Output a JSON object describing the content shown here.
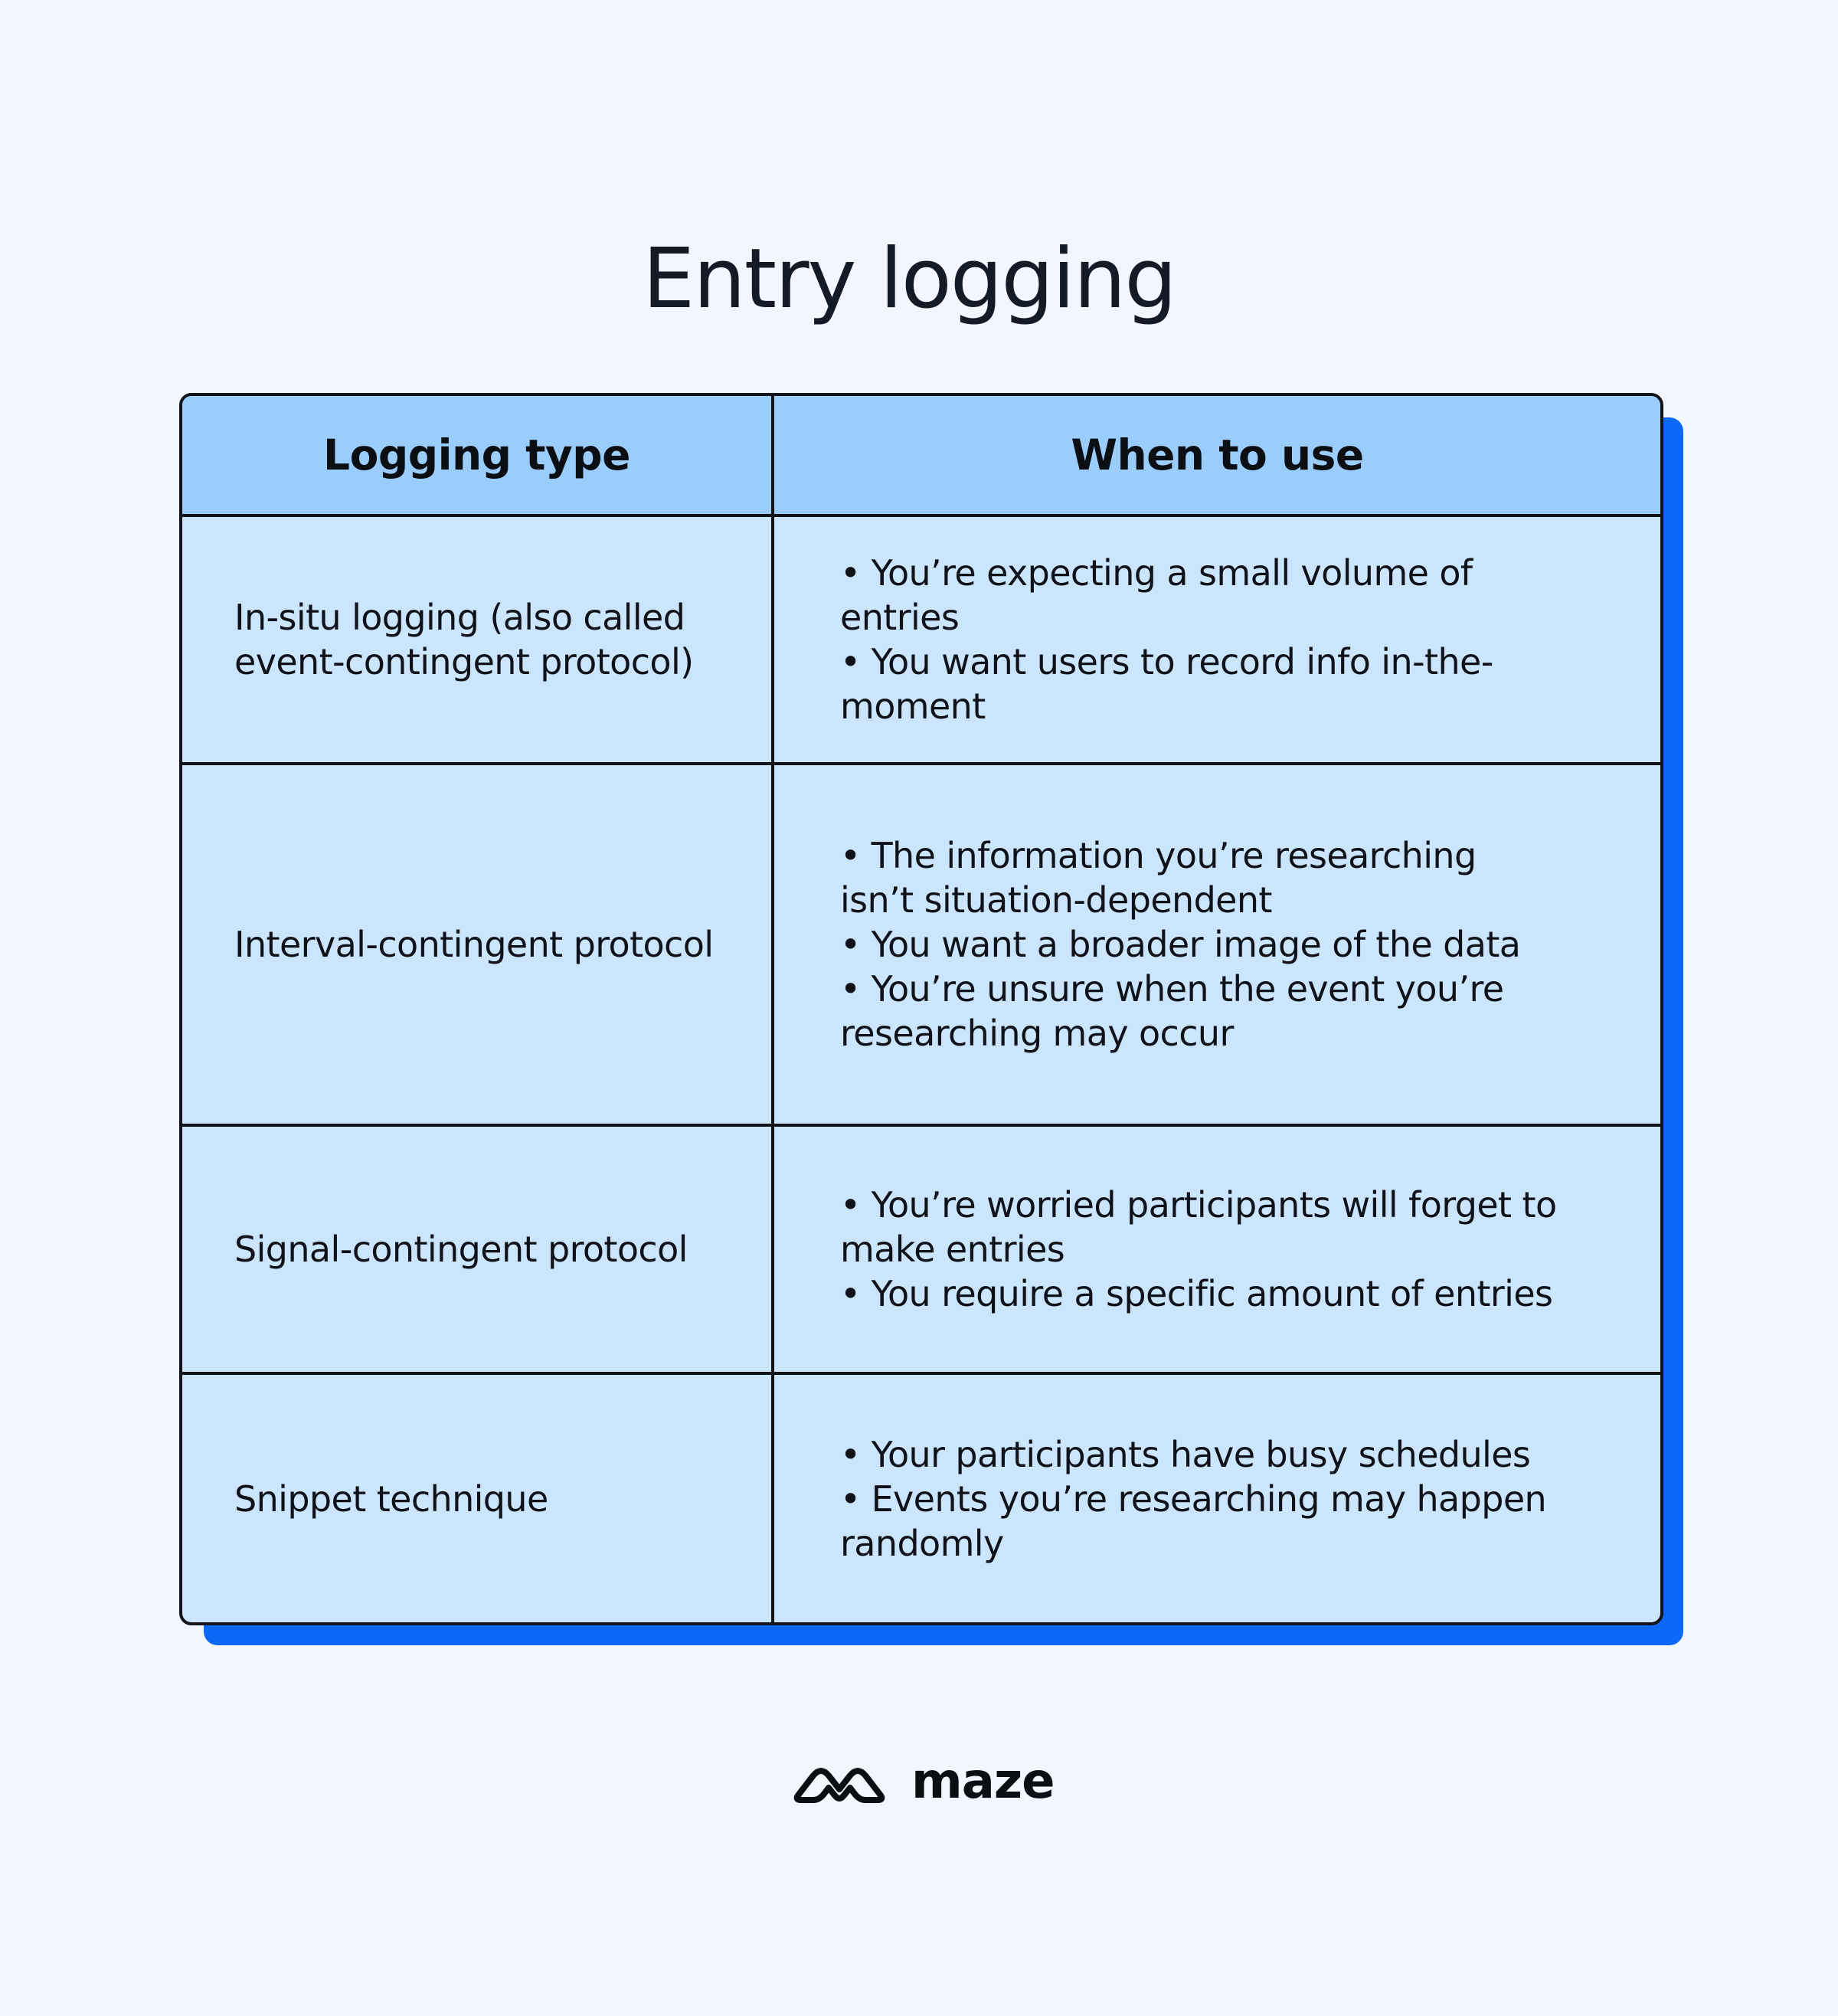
{
  "title": "Entry logging",
  "table": {
    "headers": {
      "logging_type": "Logging type",
      "when_to_use": "When to use"
    },
    "rows": [
      {
        "type": "In-situ logging (also called event-contingent protocol)",
        "bullets": [
          "You’re expecting a small volume of entries",
          "You want users to record info in-the-moment"
        ]
      },
      {
        "type": "Interval-contingent protocol",
        "bullets": [
          "The information you’re researching isn’t situation-dependent",
          "You want a broader image of the data",
          "You’re unsure when the event you’re researching may occur"
        ]
      },
      {
        "type": "Signal-contingent protocol",
        "bullets": [
          "You’re worried participants will forget to make entries",
          "You require a specific amount of entries"
        ]
      },
      {
        "type": "Snippet technique",
        "bullets": [
          "Your participants have busy schedules",
          "Events you’re researching may happen randomly"
        ]
      }
    ]
  },
  "brand": {
    "name": "maze",
    "logo_icon": "maze-logo-icon"
  },
  "colors": {
    "background": "#f2f7ff",
    "header_fill": "#9acdfc",
    "cell_fill": "#cbe5fd",
    "shadow_accent": "#0d68f7",
    "border": "#111418"
  }
}
